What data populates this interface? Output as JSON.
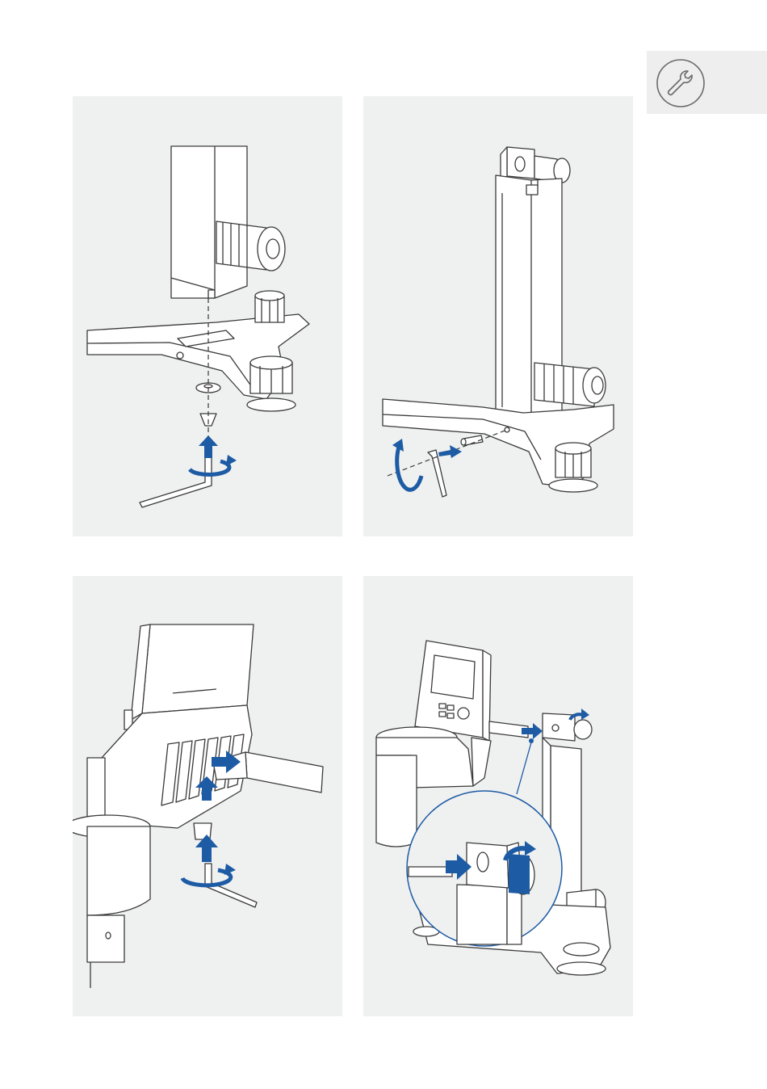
{
  "header_tab": {
    "icon": "wrench-icon",
    "background": "#eeeeee"
  },
  "panels": [
    {
      "id": "step-1",
      "depicts": "column-base-screw",
      "icons": [
        "hex-key-icon",
        "rotate-arrow-icon",
        "up-arrow-icon"
      ]
    },
    {
      "id": "step-2",
      "depicts": "base-set-screw",
      "icons": [
        "hex-key-icon",
        "rotate-arrow-icon",
        "right-arrow-icon"
      ]
    },
    {
      "id": "step-3",
      "depicts": "head-bottom-screw",
      "icons": [
        "hex-key-icon",
        "rotate-arrow-icon",
        "up-arrow-icon",
        "right-arrow-icon"
      ]
    },
    {
      "id": "step-4",
      "depicts": "mount-head-on-column",
      "icons": [
        "rotate-arrow-icon",
        "right-arrow-icon",
        "magnifier-callout-icon"
      ]
    }
  ],
  "colors": {
    "panel_bg": "#eff0f0",
    "line": "#3a3a3a",
    "accent": "#1d5ba4",
    "fill": "#ffffff"
  }
}
